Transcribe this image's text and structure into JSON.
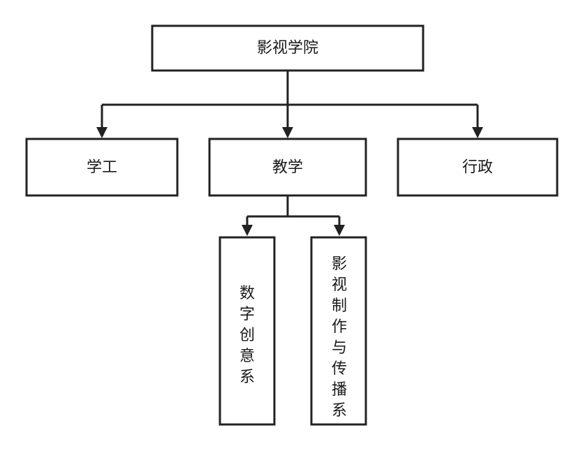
{
  "diagram": {
    "type": "org-chart",
    "root": {
      "label": "影视学院"
    },
    "departments": [
      {
        "label": "学工"
      },
      {
        "label": "教学"
      },
      {
        "label": "行政"
      }
    ],
    "teaching_departments": [
      {
        "label": "数字创意系"
      },
      {
        "label": "影视制作与传播系"
      }
    ],
    "edges": [
      {
        "from": "影视学院",
        "to": "学工"
      },
      {
        "from": "影视学院",
        "to": "教学"
      },
      {
        "from": "影视学院",
        "to": "行政"
      },
      {
        "from": "教学",
        "to": "数字创意系"
      },
      {
        "from": "教学",
        "to": "影视制作与传播系"
      }
    ]
  }
}
